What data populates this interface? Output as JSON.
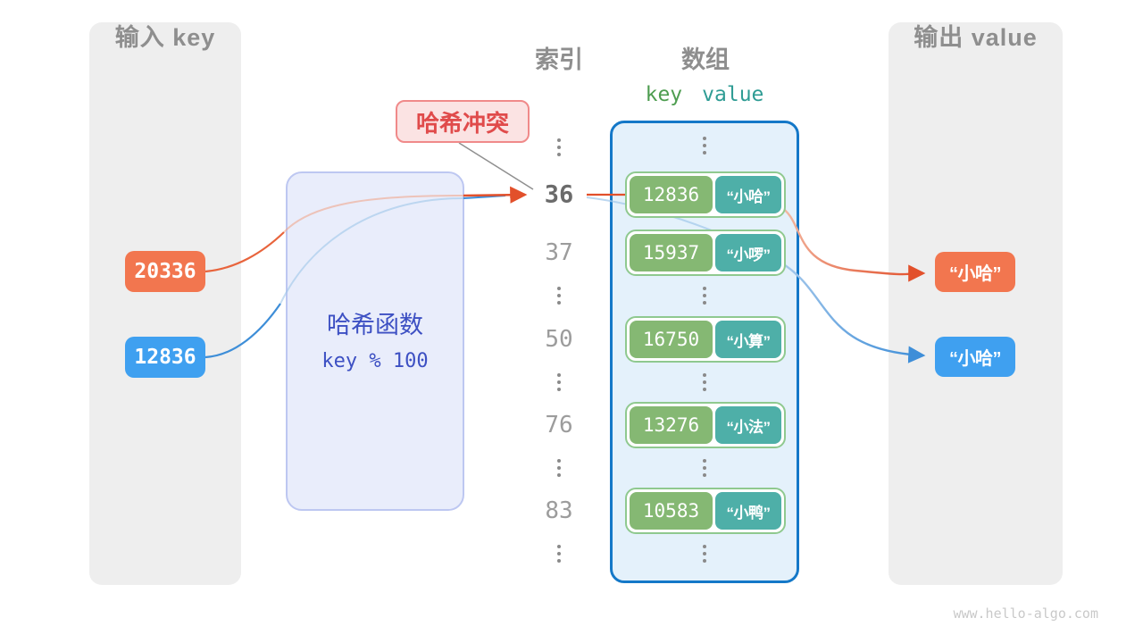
{
  "palette": {
    "orange": "#F2764F",
    "blue": "#3FA0F0",
    "green_key": "#85B873",
    "teal_value": "#4EAFA8",
    "indigo_text": "#3D50C3",
    "collision_red": "#E04B4B",
    "array_border_blue": "#1478C8",
    "panel_gray": "#EEEEEE"
  },
  "input_panel": {
    "title": "输入 key",
    "keys": [
      {
        "value": "20336",
        "color": "orange"
      },
      {
        "value": "12836",
        "color": "blue"
      }
    ]
  },
  "hash_box": {
    "title": "哈希函数",
    "formula": "key % 100"
  },
  "collision_label": {
    "text": "哈希冲突"
  },
  "index_column": {
    "title": "索引",
    "values": [
      "36",
      "37",
      "50",
      "76",
      "83"
    ],
    "highlighted_value": "36"
  },
  "array_panel": {
    "title": "数组",
    "key_header": "key",
    "value_header": "value",
    "rows": [
      {
        "key": "12836",
        "value": "“小哈”"
      },
      {
        "key": "15937",
        "value": "“小啰”"
      },
      {
        "key": "16750",
        "value": "“小算”"
      },
      {
        "key": "13276",
        "value": "“小法”"
      },
      {
        "key": "10583",
        "value": "“小鸭”"
      }
    ]
  },
  "output_panel": {
    "title": "输出 value",
    "outputs": [
      {
        "value": "“小哈”",
        "color": "orange"
      },
      {
        "value": "“小哈”",
        "color": "blue"
      }
    ]
  },
  "watermark": "www.hello-algo.com"
}
